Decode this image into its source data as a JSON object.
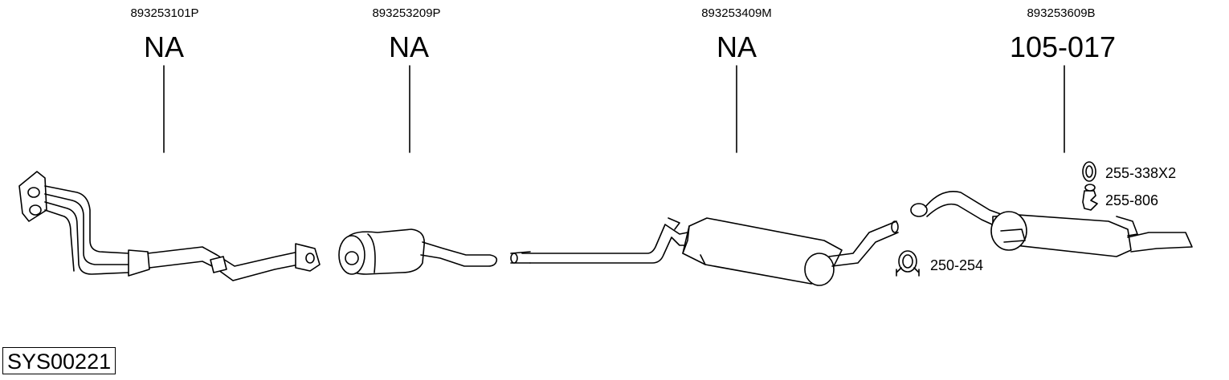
{
  "parts": [
    {
      "oem": "893253101P",
      "ref": "NA"
    },
    {
      "oem": "893253209P",
      "ref": "NA"
    },
    {
      "oem": "893253409M",
      "ref": "NA"
    },
    {
      "oem": "893253609B",
      "ref": "105-017"
    }
  ],
  "accessories": [
    {
      "ref": "255-338X2",
      "icon": "rubber-ring-icon"
    },
    {
      "ref": "255-806",
      "icon": "rubber-mount-icon"
    },
    {
      "ref": "250-254",
      "icon": "clamp-icon"
    }
  ],
  "system_code": "SYS00221"
}
